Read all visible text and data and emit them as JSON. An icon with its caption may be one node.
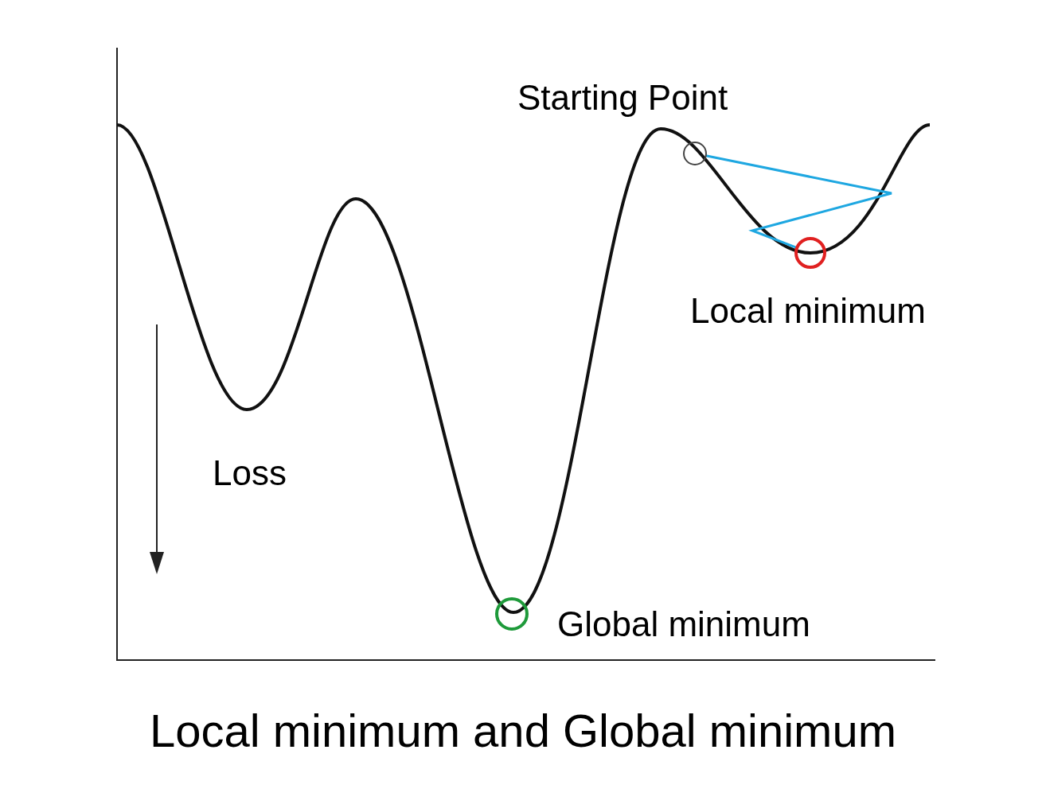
{
  "diagram": {
    "caption": "Local minimum and Global minimum",
    "nodes": [
      {
        "text": [],
        "shape": "circle",
        "beside": [
          "Starting Point"
        ]
      },
      {
        "text": [],
        "shape": "circle",
        "beside": [
          "Local minimum"
        ]
      },
      {
        "text": [],
        "shape": "circle",
        "beside": [
          "Global minimum"
        ]
      }
    ],
    "edges": [
      {
        "from": 0,
        "to": 1,
        "arrow": "none",
        "color": "#1ea7e1"
      }
    ],
    "labels": [
      "Loss"
    ]
  }
}
